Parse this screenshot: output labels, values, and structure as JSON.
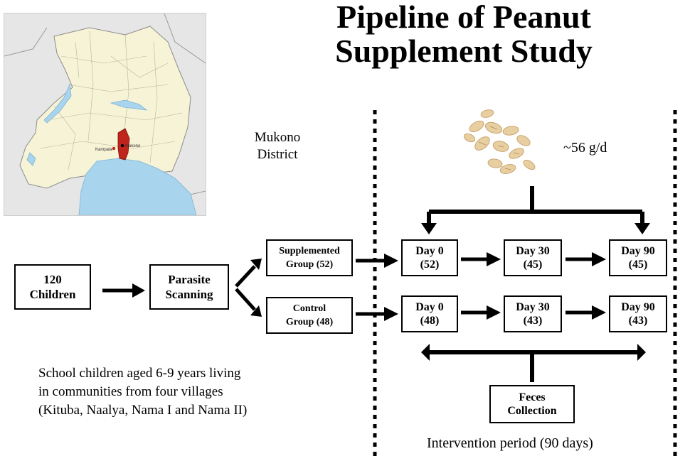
{
  "title": {
    "line1": "Pipeline of Peanut",
    "line2": "Supplement Study"
  },
  "map": {
    "label_kampala": "Kampala",
    "label_mukono": "Mukono",
    "highlight_color": "#c0241c",
    "water_color": "#a9d4ee",
    "land_color": "#f6f3d6"
  },
  "district_label": {
    "line1": "Mukono",
    "line2": "District"
  },
  "dose_label": "~56 g/d",
  "start_box": {
    "line1": "120",
    "line2": "Children"
  },
  "scan_box": {
    "line1": "Parasite",
    "line2": "Scanning"
  },
  "supp_group": {
    "line1": "Supplemented",
    "line2": "Group (52)"
  },
  "control_group": {
    "line1": "Control",
    "line2": "Group (48)"
  },
  "supp_days": [
    {
      "day": "Day 0",
      "n": "(52)"
    },
    {
      "day": "Day 30",
      "n": "(45)"
    },
    {
      "day": "Day 90",
      "n": "(45)"
    }
  ],
  "control_days": [
    {
      "day": "Day 0",
      "n": "(48)"
    },
    {
      "day": "Day 30",
      "n": "(43)"
    },
    {
      "day": "Day 90",
      "n": "(43)"
    }
  ],
  "feces_box": {
    "line1": "Feces",
    "line2": "Collection"
  },
  "description": {
    "line1": "School children aged 6-9 years living",
    "line2": "in communities from four villages",
    "line3": "(Kituba, Naalya, Nama I and Nama II)"
  },
  "period_label": "Intervention period (90 days)"
}
